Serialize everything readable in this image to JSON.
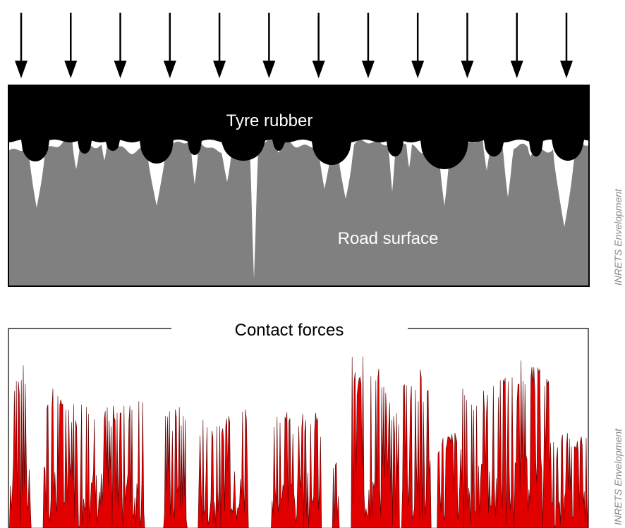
{
  "top_panel": {
    "rubber_label": "Tyre rubber",
    "road_label": "Road surface",
    "arrow_count": 12,
    "credit": "INRETS Envelopment"
  },
  "bottom_panel": {
    "title": "Contact forces",
    "credit": "INRETS Envelopment"
  },
  "colors": {
    "rubber": "#000000",
    "road": "#808080",
    "gap": "#ffffff",
    "force_fill": "#e00000",
    "force_edge": "#5a0000",
    "credit_text": "#8a8a8a"
  }
}
